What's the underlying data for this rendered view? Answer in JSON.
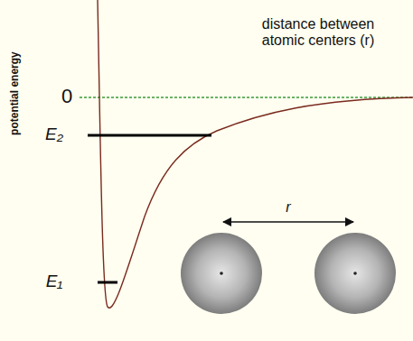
{
  "diagram": {
    "labels": [
      "potential energy",
      "0",
      "distance between atomic centers (r)",
      "E₂",
      "E₁",
      "r"
    ]
  }
}
